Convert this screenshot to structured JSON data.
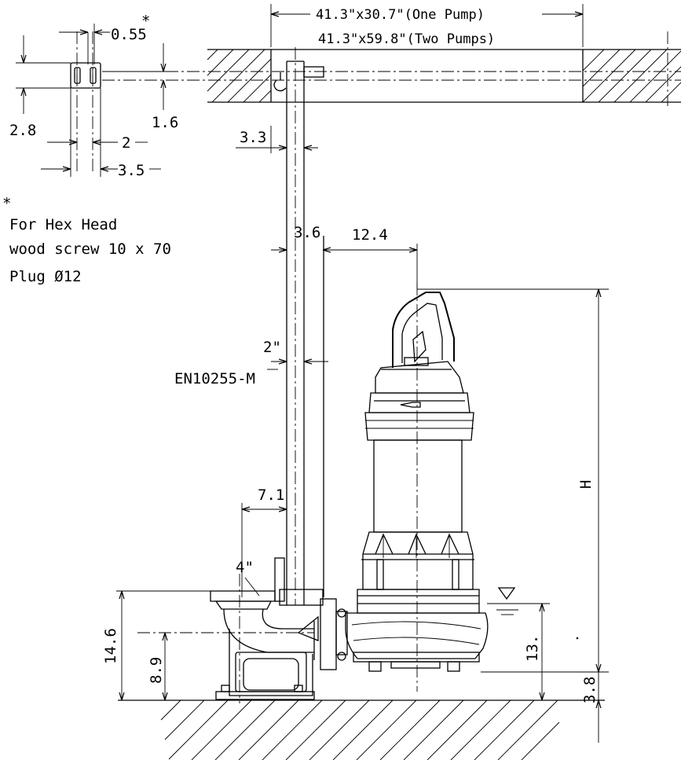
{
  "dimensions": {
    "top_one_pump": "41.3\"x30.7\"(One Pump)",
    "top_two_pumps": "41.3\"x59.8\"(Two Pumps)",
    "d_0_55": "0.55",
    "asterisk": "*",
    "d_2_8": "2.8",
    "d_1_6": "1.6",
    "d_2": "2",
    "d_3_5": "3.5",
    "d_3_3": "3.3",
    "d_3_6": "3.6",
    "d_12_4": "12.4",
    "d_2in": "2\"",
    "pipe_standard": "EN10255-M",
    "d_7_1": "7.1",
    "d_4in": "4\"",
    "d_h": "H",
    "d_14_6": "14.6",
    "d_8_9": "8.9",
    "d_13": "13.",
    "d_3_8": "3.8"
  },
  "note": {
    "marker": "*",
    "line1": "For Hex Head",
    "line2": "wood screw 10 x 70",
    "line3": "Plug Ø12"
  }
}
